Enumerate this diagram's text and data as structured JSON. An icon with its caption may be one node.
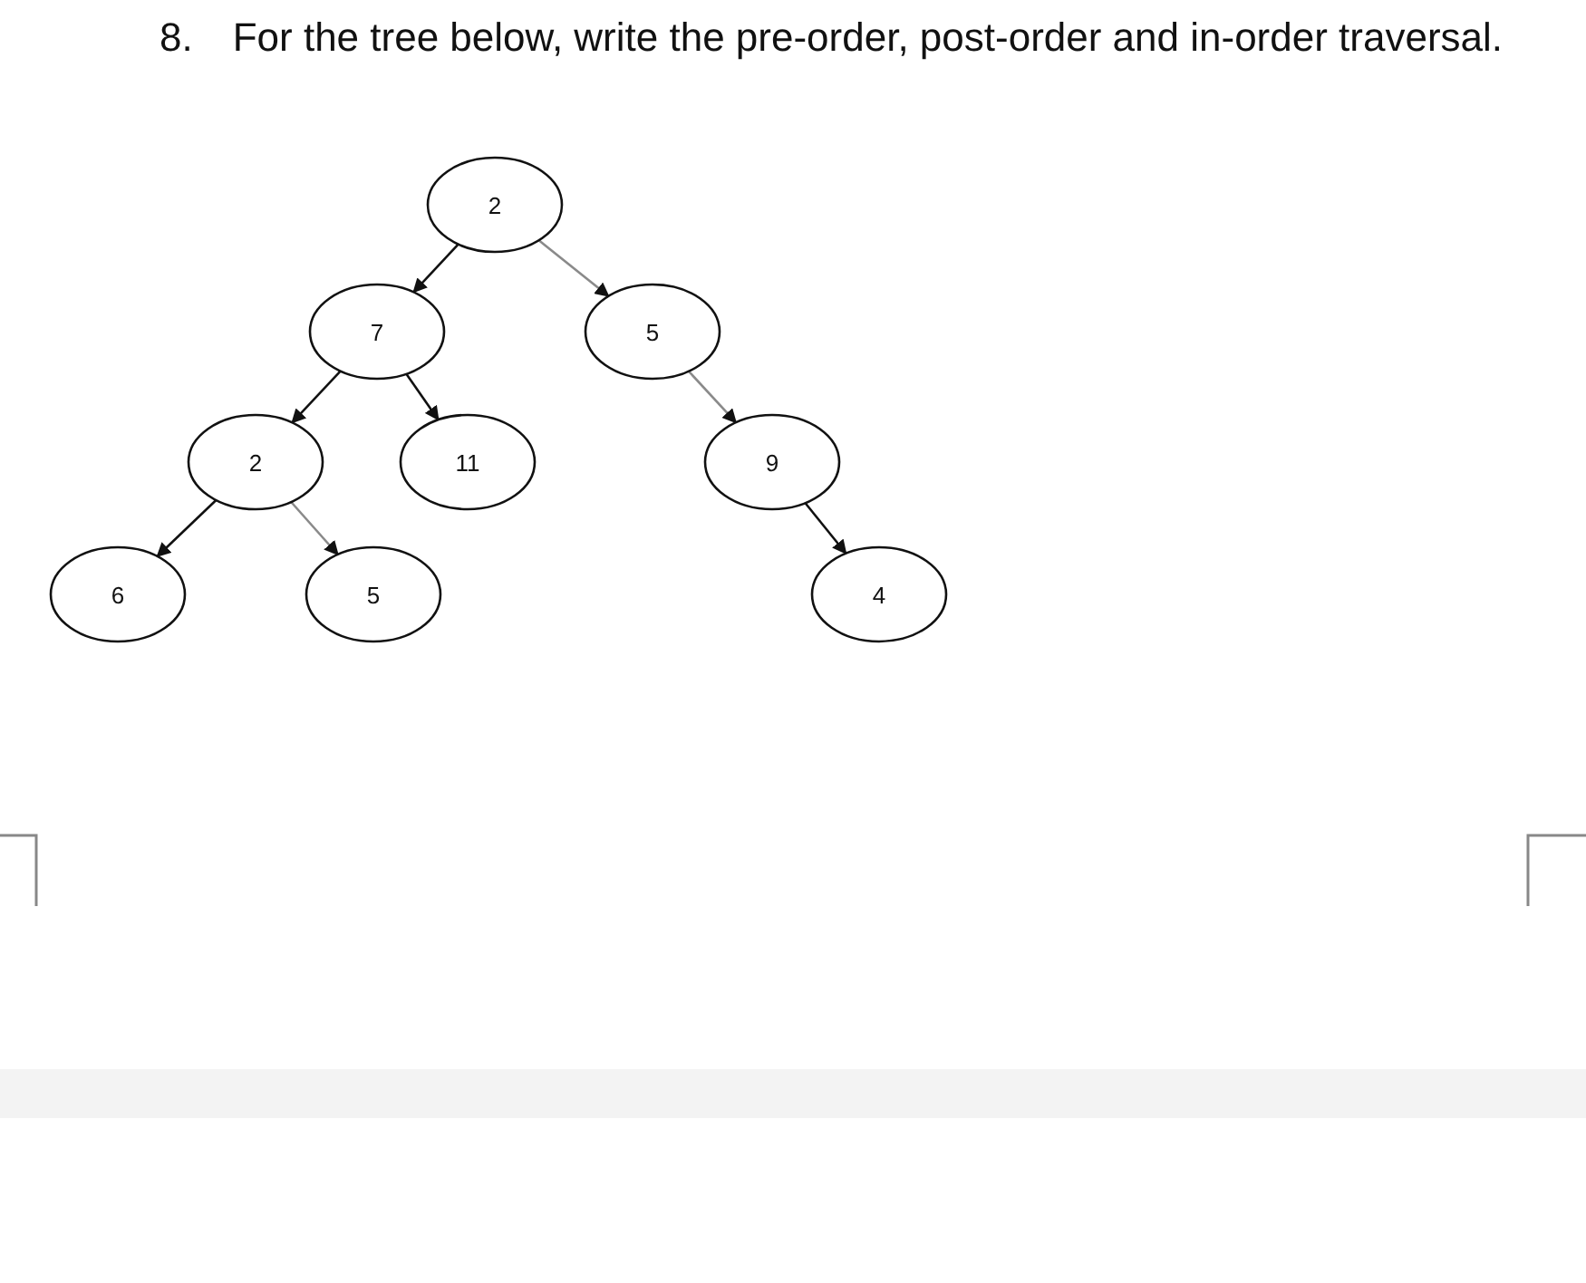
{
  "diagram": {
    "title": "8. For the tree below, write the pre-order, post-order and in-order traversal.",
    "nodes": [
      {
        "text": [
          "2"
        ]
      },
      {
        "text": [
          "7"
        ]
      },
      {
        "text": [
          "5"
        ]
      },
      {
        "text": [
          "2"
        ]
      },
      {
        "text": [
          "11"
        ]
      },
      {
        "text": [
          "9"
        ]
      },
      {
        "text": [
          "6"
        ]
      },
      {
        "text": [
          "5"
        ]
      },
      {
        "text": [
          "4"
        ]
      }
    ],
    "edges": [
      {
        "from": 0,
        "to": 1,
        "arrow": "to"
      },
      {
        "from": 0,
        "to": 2,
        "arrow": "to",
        "color": "#8a8a8a"
      },
      {
        "from": 1,
        "to": 3,
        "arrow": "to"
      },
      {
        "from": 1,
        "to": 4,
        "arrow": "to"
      },
      {
        "from": 2,
        "to": 5,
        "arrow": "to",
        "color": "#8a8a8a"
      },
      {
        "from": 3,
        "to": 6,
        "arrow": "to"
      },
      {
        "from": 3,
        "to": 7,
        "arrow": "to",
        "color": "#8a8a8a"
      },
      {
        "from": 5,
        "to": 8,
        "arrow": "to"
      }
    ]
  }
}
